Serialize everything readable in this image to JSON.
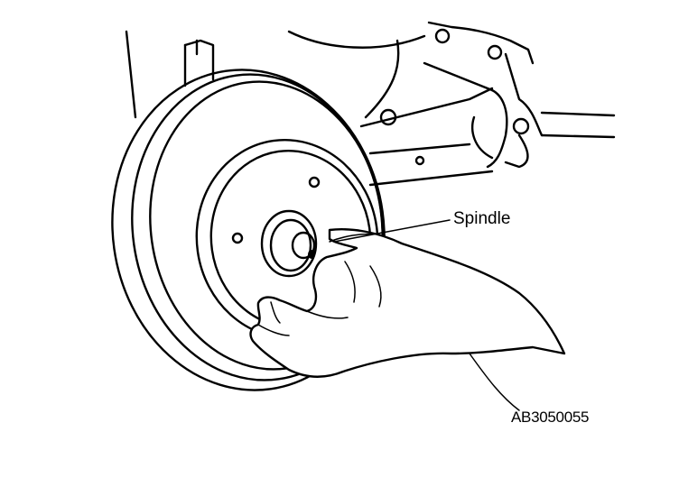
{
  "figure": {
    "callout_label": "Spindle",
    "figure_id": "AB3050055"
  },
  "icons": {
    "drawing": "brake-drum-removal-illustration"
  }
}
